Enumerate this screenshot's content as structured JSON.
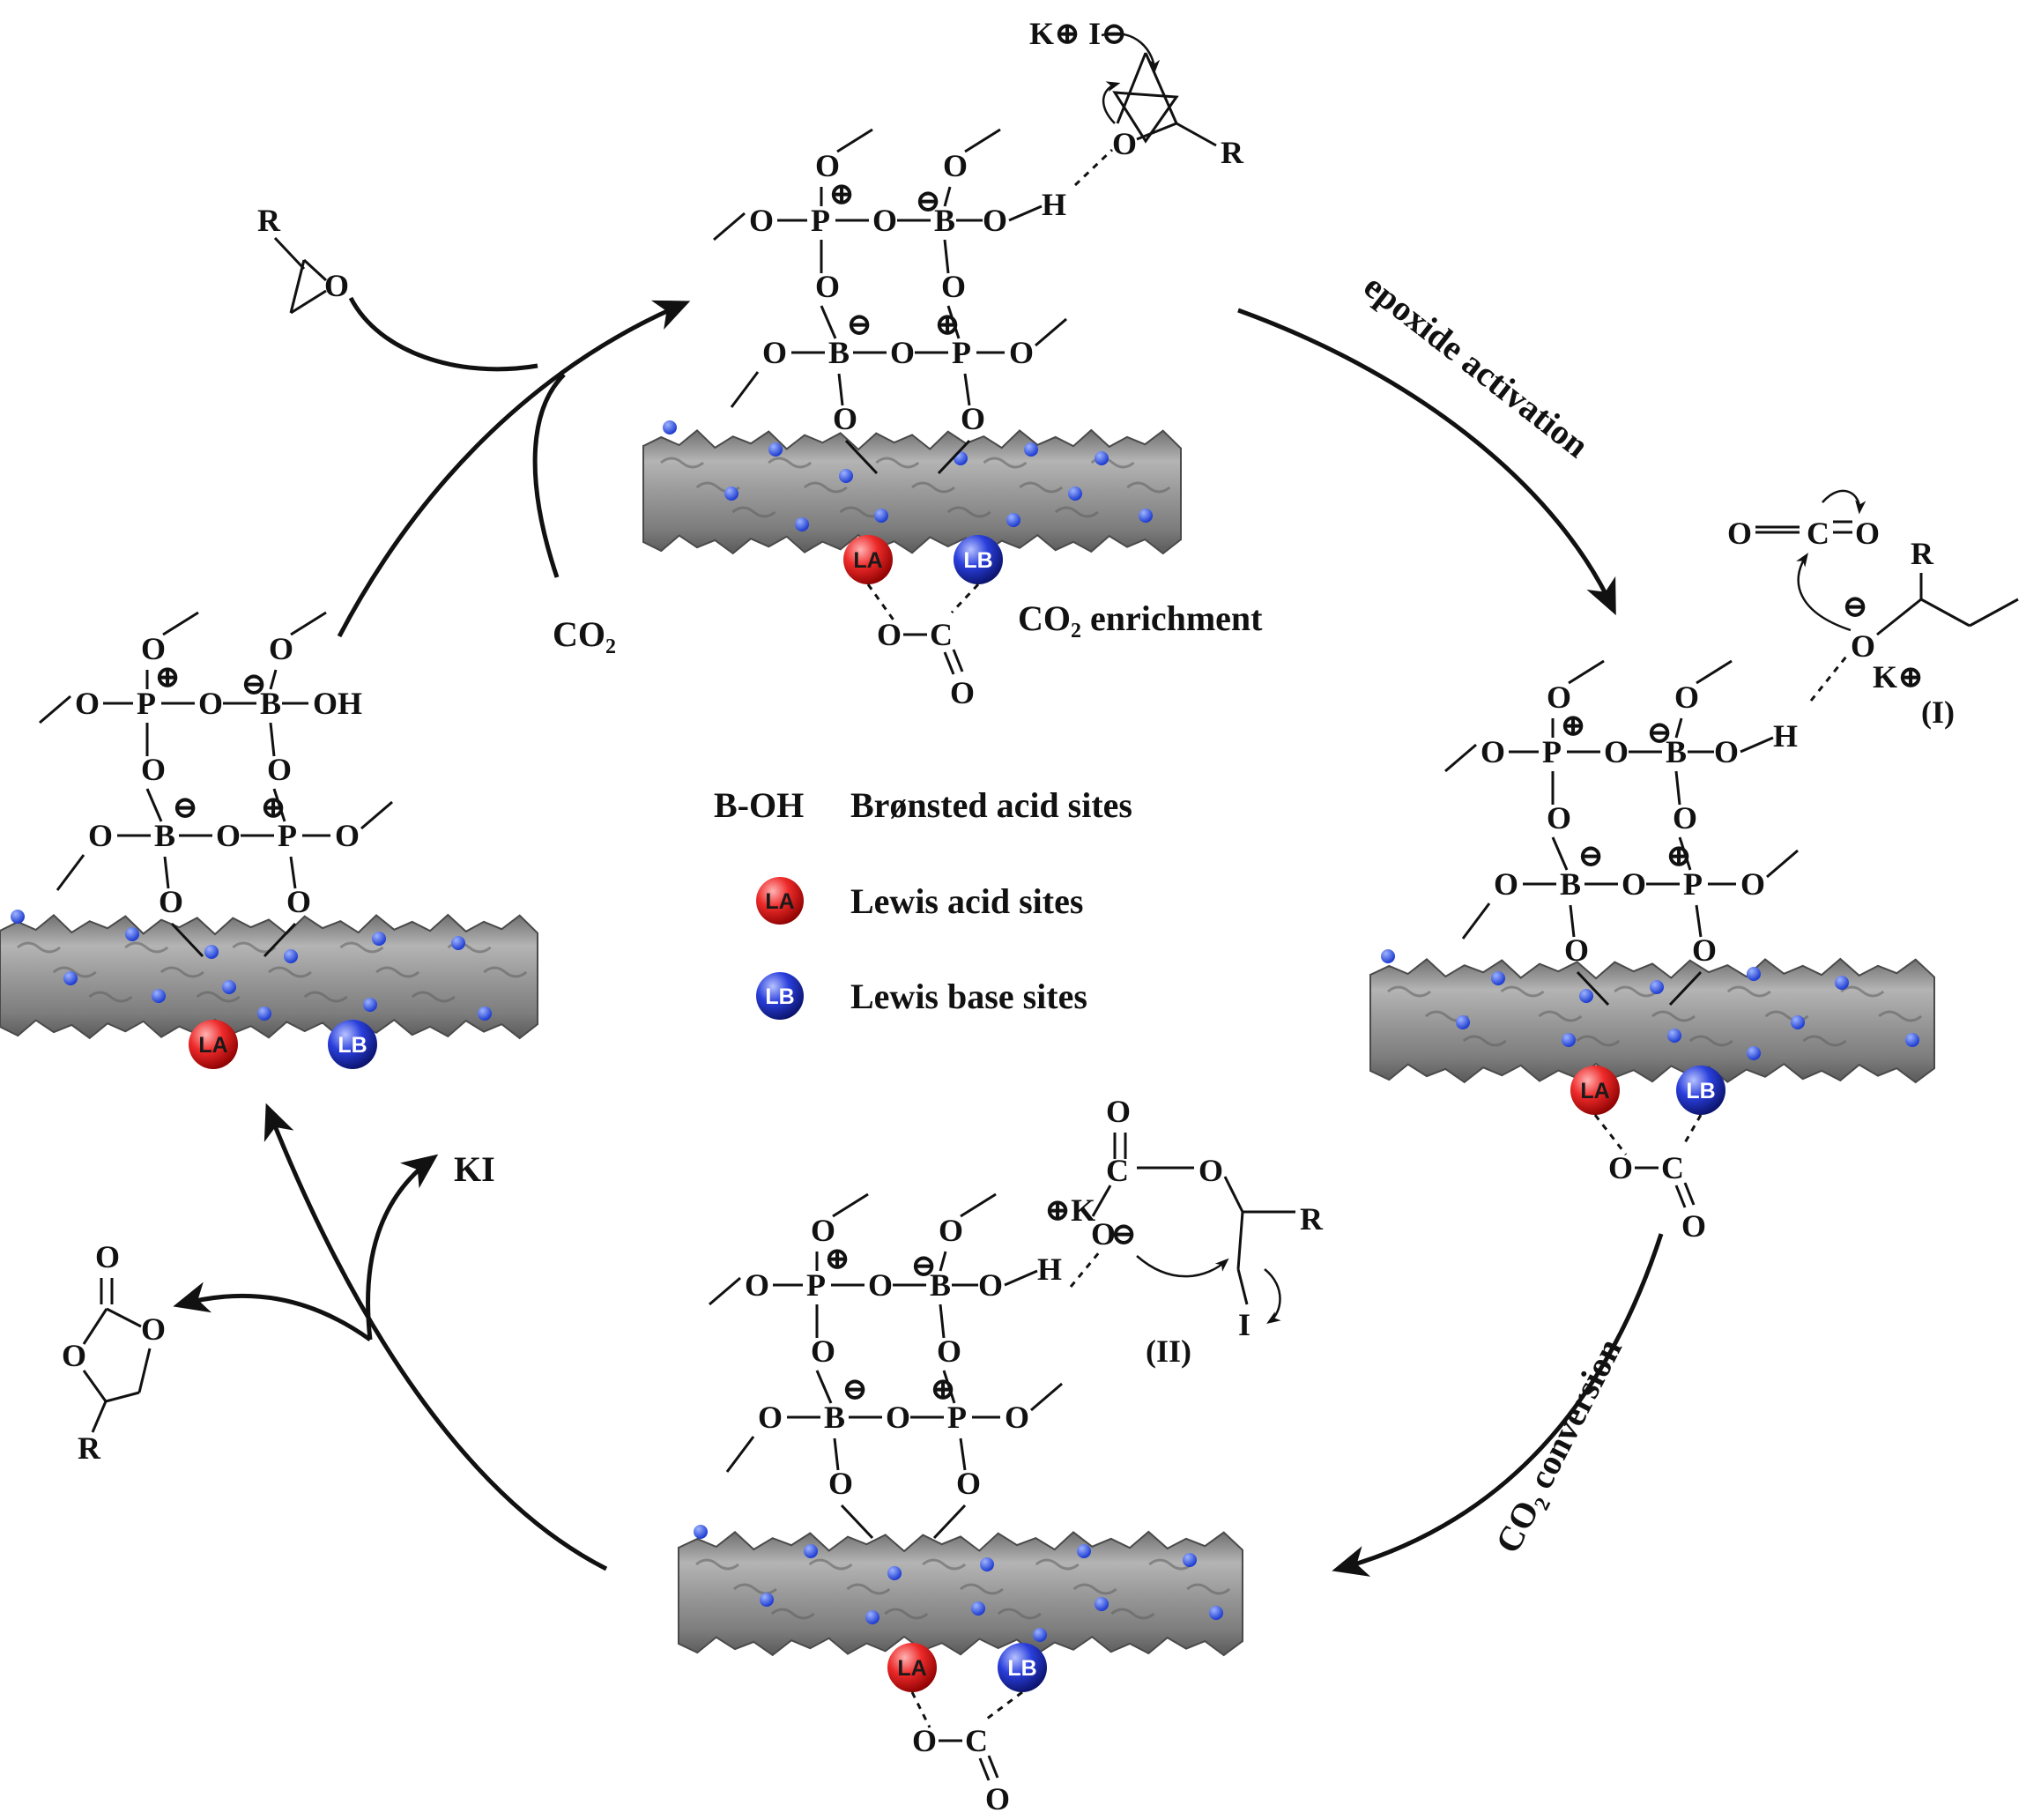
{
  "legend": {
    "boh_symbol": "B-OH",
    "boh_text": "Brønsted acid sites",
    "la_text": "Lewis acid sites",
    "lb_text": "Lewis base sites"
  },
  "badges": {
    "la": "LA",
    "lb": "LB"
  },
  "steps": {
    "epoxide_activation": "epoxide activation",
    "co2_conversion": "CO₂ conversion",
    "co2_enrichment": "CO₂ enrichment"
  },
  "species": {
    "co2": "CO₂",
    "ki": "KI",
    "k_iodide": "K⊕ I⊖",
    "k_plus": "K⊕",
    "plus_k": "⊕K",
    "intermediate_1": "(I)",
    "intermediate_2": "(II)"
  },
  "atoms": {
    "P": "P",
    "B": "B",
    "O": "O",
    "H": "H",
    "C": "C",
    "R": "R",
    "I": "I",
    "OH": "OH",
    "K": "K"
  },
  "colors": {
    "la_red": "#e8232a",
    "lb_blue": "#2338d6",
    "support_gray": "#8c8c8c",
    "dot_blue": "#2a52e0"
  }
}
